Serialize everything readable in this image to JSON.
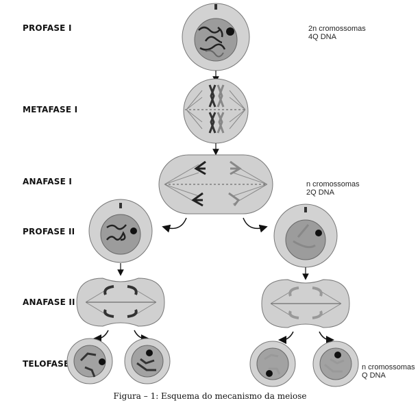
{
  "stages": [
    {
      "label": "PROFASE I"
    },
    {
      "label": "METAFASE I"
    },
    {
      "label": "ANAFASE I"
    },
    {
      "label": "PROFASE II"
    },
    {
      "label": "ANAFASE II"
    },
    {
      "label": "TELOFASE II"
    }
  ],
  "notes": [
    {
      "line1": "2n cromossomas",
      "line2": "4Q DNA"
    },
    {
      "line1": "n cromossomas",
      "line2": "2Q DNA"
    },
    {
      "line1": "n cromossomas",
      "line2": "Q DNA"
    }
  ],
  "caption": "Figura – 1: Esquema do mecanismo da meiose",
  "colors": {
    "cytoplasm": "#c9c9c9",
    "nucleus": "#9a9a9a",
    "chromosome_dark": "#2a2a2a",
    "chromosome_light": "#8a8a8a"
  }
}
